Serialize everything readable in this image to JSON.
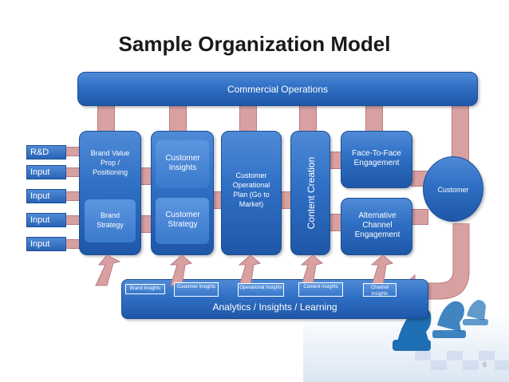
{
  "title": "Sample Organization Model",
  "commercial_operations": "Commercial Operations",
  "inputs": [
    "R&D",
    "Input",
    "Input",
    "Input",
    "Input"
  ],
  "columns": {
    "brand_value": "Brand Value Prop / Positioning",
    "brand_strategy": "Brand Strategy",
    "customer_insights": "Customer Insights",
    "customer_strategy": "Customer Strategy",
    "customer_operational_plan": "Customer Operational Plan (Go to Market)",
    "content_creation": "Content Creation",
    "face_to_face": "Face-To-Face Engagement",
    "alternative_channel": "Alternative Channel Engagement"
  },
  "customer": "Customer",
  "analytics": "Analytics / Insights / Learning",
  "insight_tags": [
    "Brand Insights",
    "Customer Insights",
    "Operational Insights",
    "Content Insights",
    "Channel Insights"
  ],
  "page_number": "6"
}
